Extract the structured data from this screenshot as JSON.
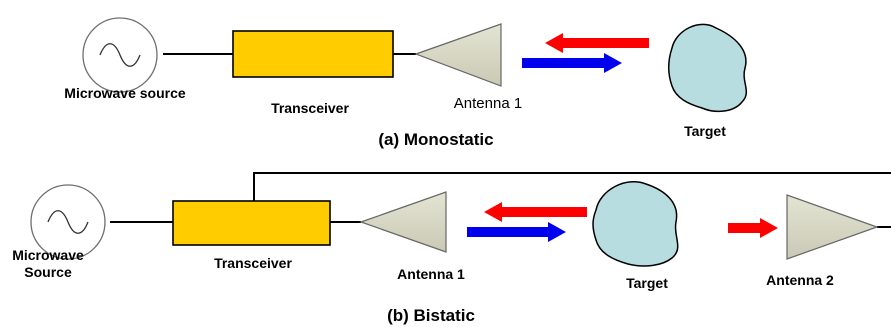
{
  "colors": {
    "transceiver_fill": "#FFCC00",
    "antenna_fill": "#D8D8C5",
    "target_fill": "#B8DDE0",
    "arrow_return": "#FF0000",
    "arrow_transmit": "#0000EE",
    "wire": "#000000"
  },
  "monostatic": {
    "caption": "(a) Monostatic",
    "source_label": "Microwave source",
    "transceiver_label": "Transceiver",
    "antenna_label": "Antenna 1",
    "target_label": "Target",
    "source_icon": "sine-wave-source-icon"
  },
  "bistatic": {
    "caption": "(b) Bistatic",
    "source_label_line1": "Microwave",
    "source_label_line2": "Source",
    "transceiver_label": "Transceiver",
    "antenna1_label": "Antenna 1",
    "target_label": "Target",
    "antenna2_label": "Antenna 2",
    "source_icon": "sine-wave-source-icon"
  }
}
